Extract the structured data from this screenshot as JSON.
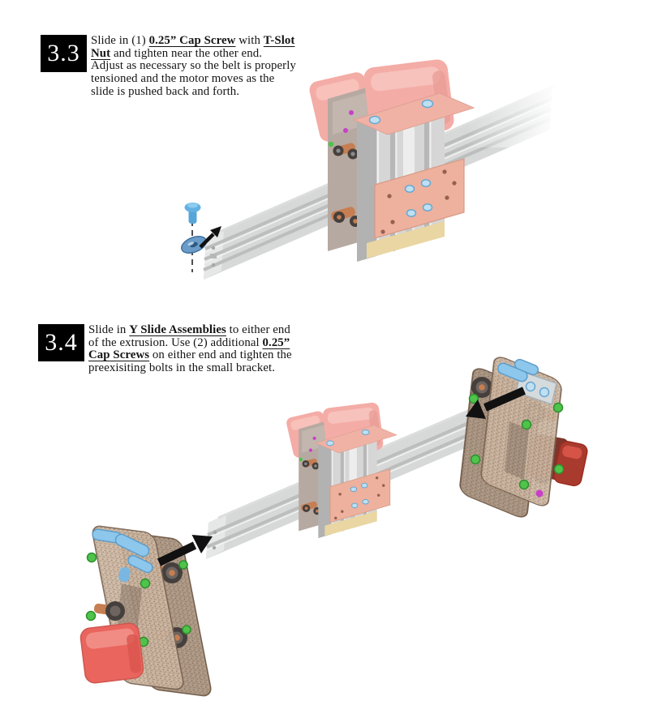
{
  "page": {
    "background": "#ffffff"
  },
  "steps": [
    {
      "number": "3.3",
      "instruction_lines": [
        [
          {
            "t": "Slide in (1) "
          },
          {
            "t": "0.25” Cap Screw",
            "e": true
          },
          {
            "t": " with "
          },
          {
            "t": "T-Slot ",
            "e": true
          }
        ],
        [
          {
            "t": "Nut",
            "e": true
          },
          {
            "t": " and tighten near the other end."
          }
        ],
        [
          {
            "t": "Adjust as necessary so the belt is properly"
          }
        ],
        [
          {
            "t": "tensioned and the motor moves as the"
          }
        ],
        [
          {
            "t": "slide is pushed back and forth."
          }
        ]
      ]
    },
    {
      "number": "3.4",
      "instruction_lines": [
        [
          {
            "t": "Slide in "
          },
          {
            "t": "Y Slide Assemblies",
            "e": true
          },
          {
            "t": " to either end"
          }
        ],
        [
          {
            "t": "of the extrusion. Use (2) additional "
          },
          {
            "t": "0.25” ",
            "e": true
          }
        ],
        [
          {
            "t": "Cap Screws",
            "e": true
          },
          {
            "t": " on either end and tighten the"
          }
        ],
        [
          {
            "t": "preexisiting bolts in the small bracket."
          }
        ]
      ]
    }
  ],
  "illustrations": [
    {
      "name": "cap-screw-and-tslot-nut-into-extrusion",
      "parts": [
        "aluminum-extrusion-rail",
        "x-carriage-assembly",
        "stepper-motor-front",
        "stepper-motor-back",
        "copper-mounting-plate",
        "top-plate",
        "lead-screw",
        "cap-screw",
        "t-slot-nut",
        "alignment-dashed-line",
        "insertion-arrow"
      ]
    },
    {
      "name": "y-slide-assemblies-onto-extrusion-ends",
      "parts": [
        "aluminum-extrusion-rail",
        "x-carriage-assembly",
        "y-slide-assembly-left",
        "y-slide-assembly-right",
        "drive-wheels",
        "red-stepper-motor",
        "dark-red-stepper-motor",
        "insertion-arrows"
      ]
    }
  ],
  "colors": {
    "page-bg": "#ffffff",
    "step-box-bg": "#000000",
    "step-box-text": "#ffffff",
    "body-text": "#141414",
    "rail-top": "#f0f1f1",
    "rail-front": "#d7d8d8",
    "rail-end": "#e6e7e7",
    "rail-groove": "#bcbebe",
    "motor-pink": "#f4aca6",
    "motor-pink-light": "#f8c3bd",
    "salmon-plate": "#f0b2a5",
    "copper-plate": "#edb19e",
    "plate-hole": "#96604f",
    "screw-blue": "#bfe0f2",
    "screw-blue-ring": "#66a7d2",
    "hardware-blue": "#63b1e2",
    "tslot-nut-blue": "#6b9cc9",
    "tan-strip": "#e9d6a2",
    "steel-plate": "#b6a9a1",
    "column-light": "#d6d6d6",
    "column-side": "#b2b2b2",
    "speckle-base": "#c9b39e",
    "plate-edge": "#7a6452",
    "wheel-dark": "#45403d",
    "wheel-ring": "#6e6560",
    "copper": "#c67e52",
    "green-screw": "#4fc34b",
    "green-screw-ring": "#2e8f2c",
    "magenta-screw": "#c93fc9",
    "red-motor": "#e9655e",
    "dark-red-motor": "#a83a2e",
    "arrow-black": "#111111"
  }
}
